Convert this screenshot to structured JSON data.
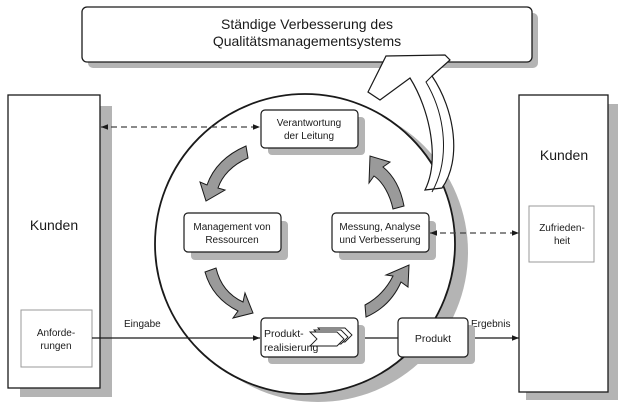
{
  "title_box": {
    "line1": "Ständige Verbesserung des",
    "line2": "Qualitätsmanagementsystems"
  },
  "left_customers": {
    "label": "Kunden",
    "requirements": {
      "line1": "Anforde-",
      "line2": "rungen"
    }
  },
  "right_customers": {
    "label": "Kunden",
    "satisfaction": {
      "line1": "Zufrieden-",
      "line2": "heit"
    }
  },
  "process_boxes": {
    "management_responsibility": {
      "line1": "Verantwortung",
      "line2": "der Leitung"
    },
    "resource_management": {
      "line1": "Management von",
      "line2": "Ressourcen"
    },
    "measurement": {
      "line1": "Messung, Analyse",
      "line2": "und Verbesserung"
    },
    "product_realization": {
      "line1": "Produkt-",
      "line2": "realisierung"
    },
    "product": {
      "label": "Produkt"
    }
  },
  "flow_labels": {
    "input": "Eingabe",
    "output": "Ergebnis"
  },
  "colors": {
    "stroke": "#1a1a1a",
    "shadow": "#b4b4b4",
    "arrow_fill": "#9a9a9a",
    "light_box_border": "#9a9a9a"
  }
}
